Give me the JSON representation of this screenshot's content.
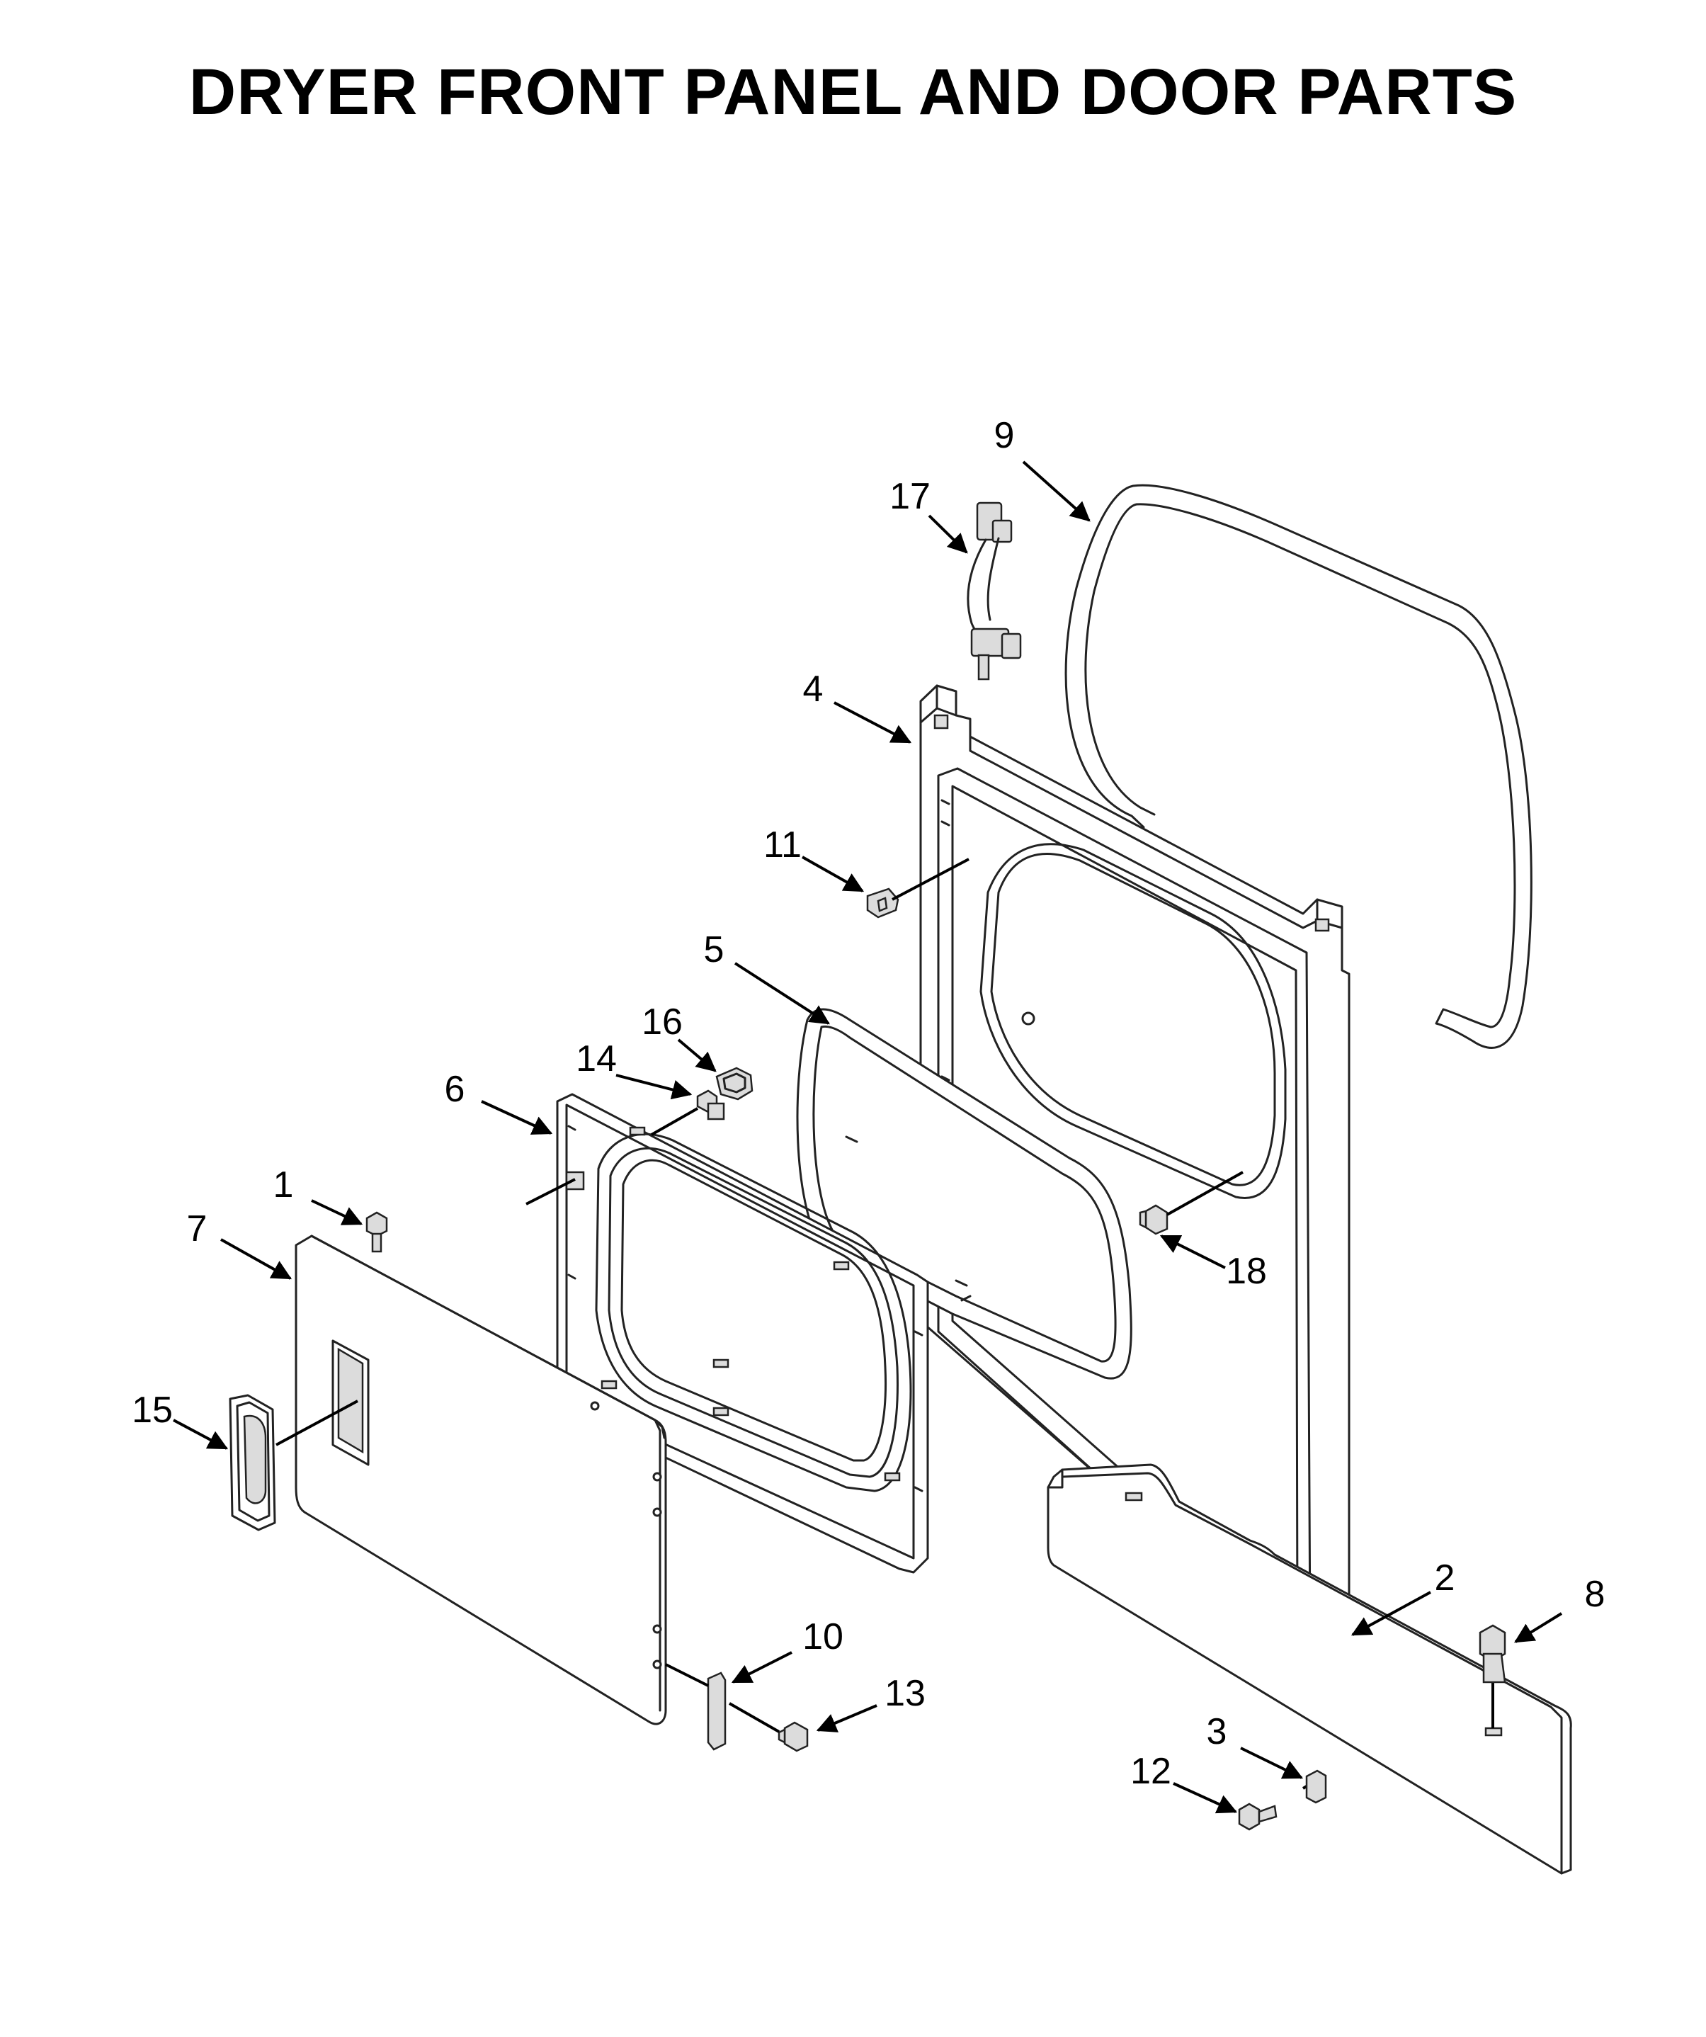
{
  "title": "DRYER FRONT PANEL AND DOOR PARTS",
  "callouts": [
    {
      "id": "1",
      "text": "1"
    },
    {
      "id": "2",
      "text": "2"
    },
    {
      "id": "3",
      "text": "3"
    },
    {
      "id": "4",
      "text": "4"
    },
    {
      "id": "5",
      "text": "5"
    },
    {
      "id": "6",
      "text": "6"
    },
    {
      "id": "7",
      "text": "7"
    },
    {
      "id": "8",
      "text": "8"
    },
    {
      "id": "9",
      "text": "9"
    },
    {
      "id": "10",
      "text": "10"
    },
    {
      "id": "11",
      "text": "11"
    },
    {
      "id": "12",
      "text": "12"
    },
    {
      "id": "13",
      "text": "13"
    },
    {
      "id": "14",
      "text": "14"
    },
    {
      "id": "15",
      "text": "15"
    },
    {
      "id": "16",
      "text": "16"
    },
    {
      "id": "17",
      "text": "17"
    },
    {
      "id": "18",
      "text": "18"
    }
  ]
}
